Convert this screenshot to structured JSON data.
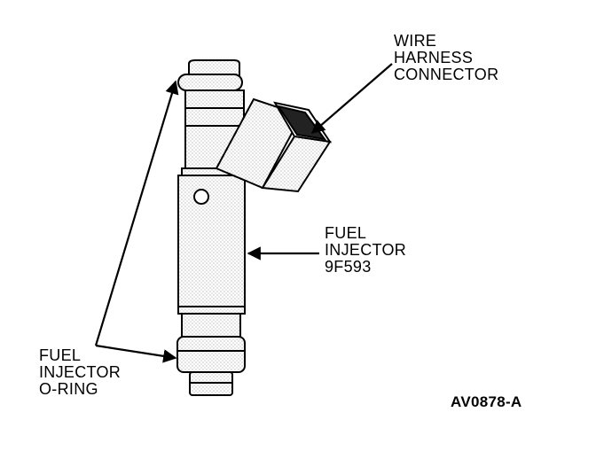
{
  "labels": {
    "wire_harness_connector": [
      "WIRE",
      "HARNESS",
      "CONNECTOR"
    ],
    "fuel_injector": [
      "FUEL",
      "INJECTOR",
      "9F593"
    ],
    "o_ring": [
      "FUEL",
      "INJECTOR",
      "O-RING"
    ]
  },
  "figure_id": "AV0878-A"
}
